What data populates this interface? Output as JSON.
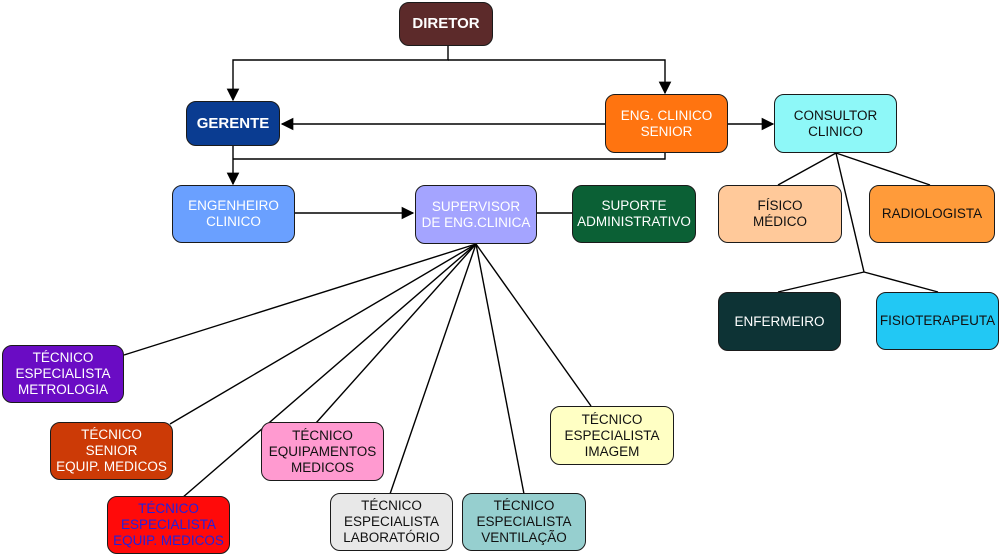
{
  "nodes": {
    "diretor": {
      "label": "DIRETOR",
      "color": "#5c2a2a"
    },
    "gerente": {
      "label": "GERENTE",
      "color": "#0a3c91"
    },
    "eng_clinico_senior": {
      "label": "ENG. CLINICO\nSENIOR",
      "color": "#ff7410"
    },
    "consultor_clinico": {
      "label": "CONSULTOR\nCLINICO",
      "color": "#8ef8f8"
    },
    "engenheiro_clinico": {
      "label": "ENGENHEIRO\nCLINICO",
      "color": "#6aa0ff"
    },
    "supervisor": {
      "label": "SUPERVISOR\nDE ENG.CLINICA",
      "color": "#a4a4ff"
    },
    "suporte_administrativo": {
      "label": "SUPORTE\nADMINISTRATIVO",
      "color": "#0b6035"
    },
    "fisico_medico": {
      "label": "FÍSICO\nMÉDICO",
      "color": "#ffc99a"
    },
    "radiologista": {
      "label": "RADIOLOGISTA",
      "color": "#ff9b3a"
    },
    "enfermeiro": {
      "label": "ENFERMEIRO",
      "color": "#0d3335"
    },
    "fisioterapeuta": {
      "label": "FISIOTERAPEUTA",
      "color": "#22c8f4"
    },
    "tec_esp_metrologia": {
      "label": "TÉCNICO\nESPECIALISTA\nMETROLOGIA",
      "color": "#6a0cc4"
    },
    "tec_senior_equip": {
      "label": "TÉCNICO\nSENIOR\nEQUIP. MEDICOS",
      "color": "#cc3a06"
    },
    "tec_esp_equip": {
      "label": "TÉCNICO\nESPECIALISTA\nEQUIP. MEDICOS",
      "color": "#ff0a0a",
      "text_color": "#2222dd"
    },
    "tec_equipamentos": {
      "label": "TÉCNICO\nEQUIPAMENTOS\nMEDICOS",
      "color": "#ff9ad0"
    },
    "tec_esp_laboratorio": {
      "label": "TÉCNICO\nESPECIALISTA\nLABORATÓRIO",
      "color": "#e8e8e8"
    },
    "tec_esp_ventilacao": {
      "label": "TÉCNICO\nESPECIALISTA\nVENTILAÇÃO",
      "color": "#96cfcf"
    },
    "tec_esp_imagem": {
      "label": "TÉCNICO\nESPECIALISTA\nIMAGEM",
      "color": "#ffffc4"
    }
  }
}
